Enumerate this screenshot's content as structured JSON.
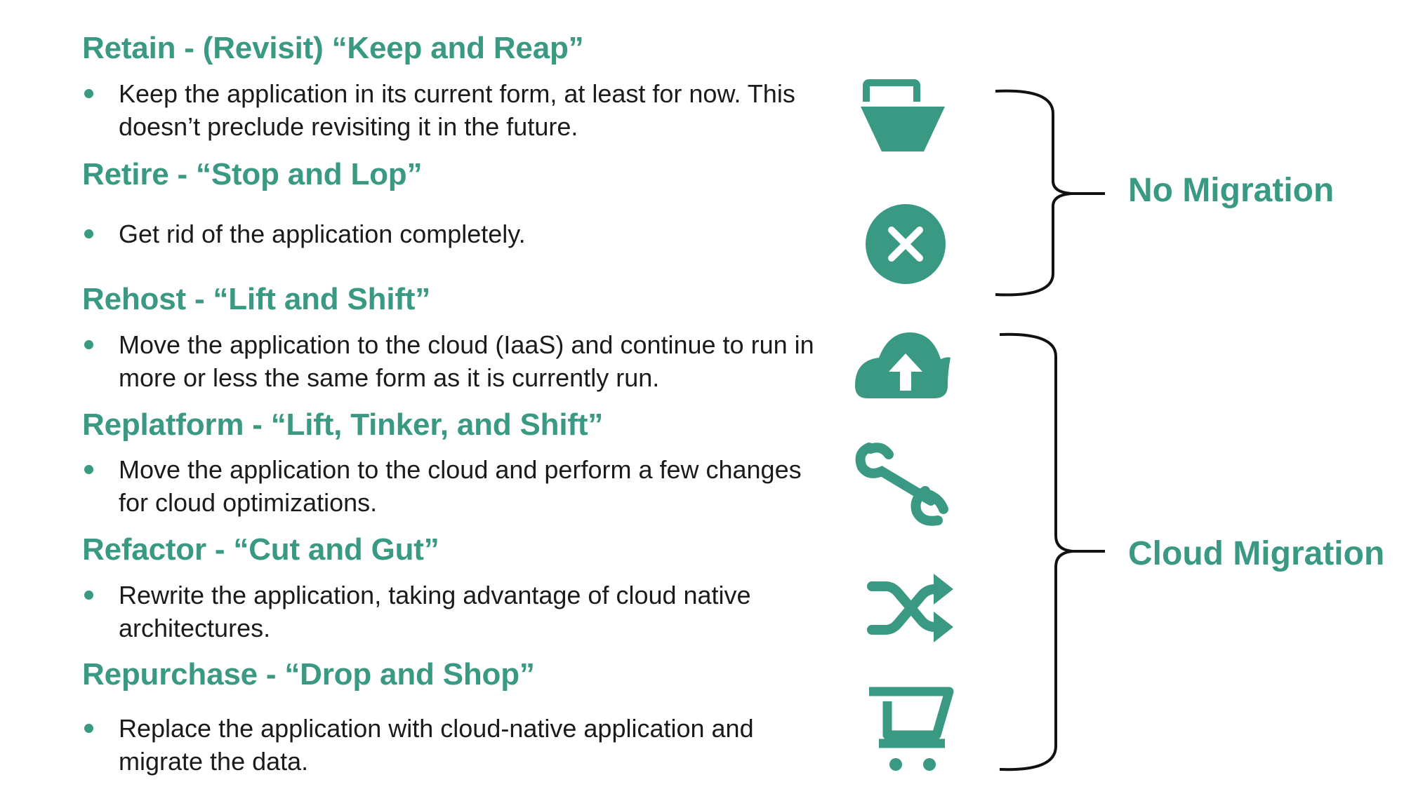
{
  "colors": {
    "accent": "#3a9982",
    "text": "#1b1b1b",
    "bracket": "#111111"
  },
  "strategies": [
    {
      "heading": "Retain - (Revisit) “Keep and Reap”",
      "description": "Keep the application in its current form, at least for now. This doesn’t preclude revisiting it in the future.",
      "icon": "basket-icon"
    },
    {
      "heading": "Retire - “Stop and Lop”",
      "description": "Get rid of the application completely.",
      "icon": "close-circle-icon"
    },
    {
      "heading": "Rehost - “Lift and Shift”",
      "description": "Move the application to the cloud (IaaS) and continue to run in more or less the same form as it is currently run.",
      "icon": "cloud-upload-icon"
    },
    {
      "heading": "Replatform - “Lift, Tinker, and Shift”",
      "description": "Move the application to the cloud and perform a few changes for cloud optimizations.",
      "icon": "wrench-icon"
    },
    {
      "heading": "Refactor - “Cut and Gut”",
      "description": "Rewrite the application, taking advantage of cloud native architectures.",
      "icon": "shuffle-icon"
    },
    {
      "heading": "Repurchase - “Drop and Shop”",
      "description": "Replace the application with cloud-native application and migrate the data.",
      "icon": "shopping-cart-icon"
    }
  ],
  "groups": {
    "no_migration": {
      "label": "No Migration"
    },
    "cloud_migration": {
      "label": "Cloud Migration"
    }
  }
}
